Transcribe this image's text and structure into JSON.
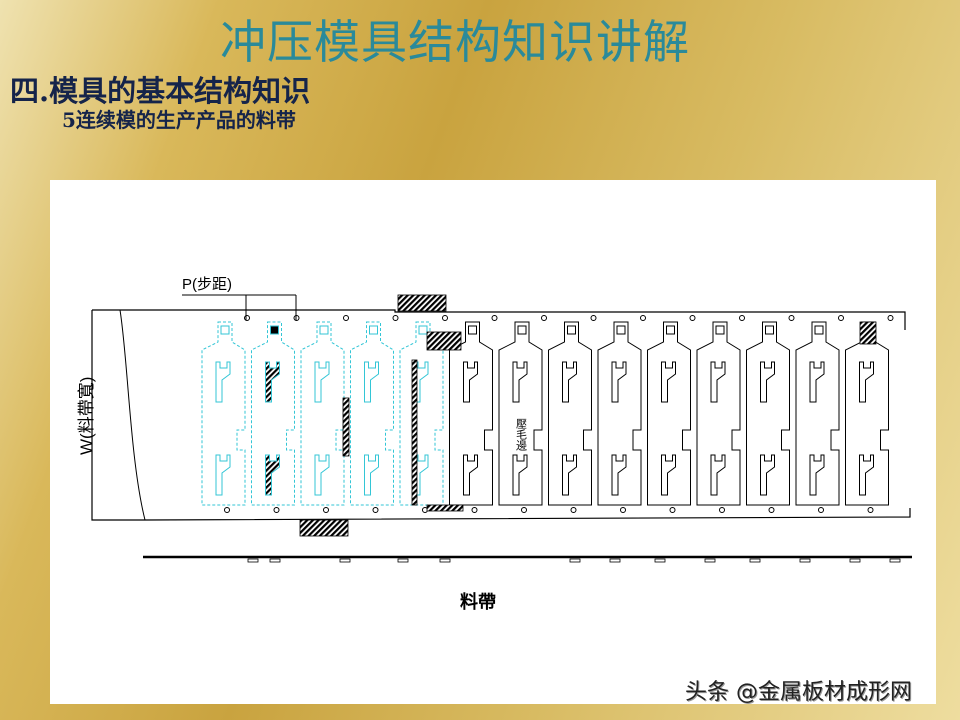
{
  "slide": {
    "title": "冲压模具结构知识讲解",
    "section": "四.模具的基本结构知识",
    "subsection": "5连续模的生产产品的料带"
  },
  "diagram": {
    "pitch_label": "P(步距)",
    "width_label": "W(料帶寬)",
    "deburr_label": "壓毛邊",
    "strip_caption": "料帶",
    "station_count": 14,
    "colors": {
      "outline": "#000000",
      "preview_dashed": "#33c6d6",
      "hatch": "#000000"
    }
  },
  "watermark": "头条 @金属板材成形网"
}
